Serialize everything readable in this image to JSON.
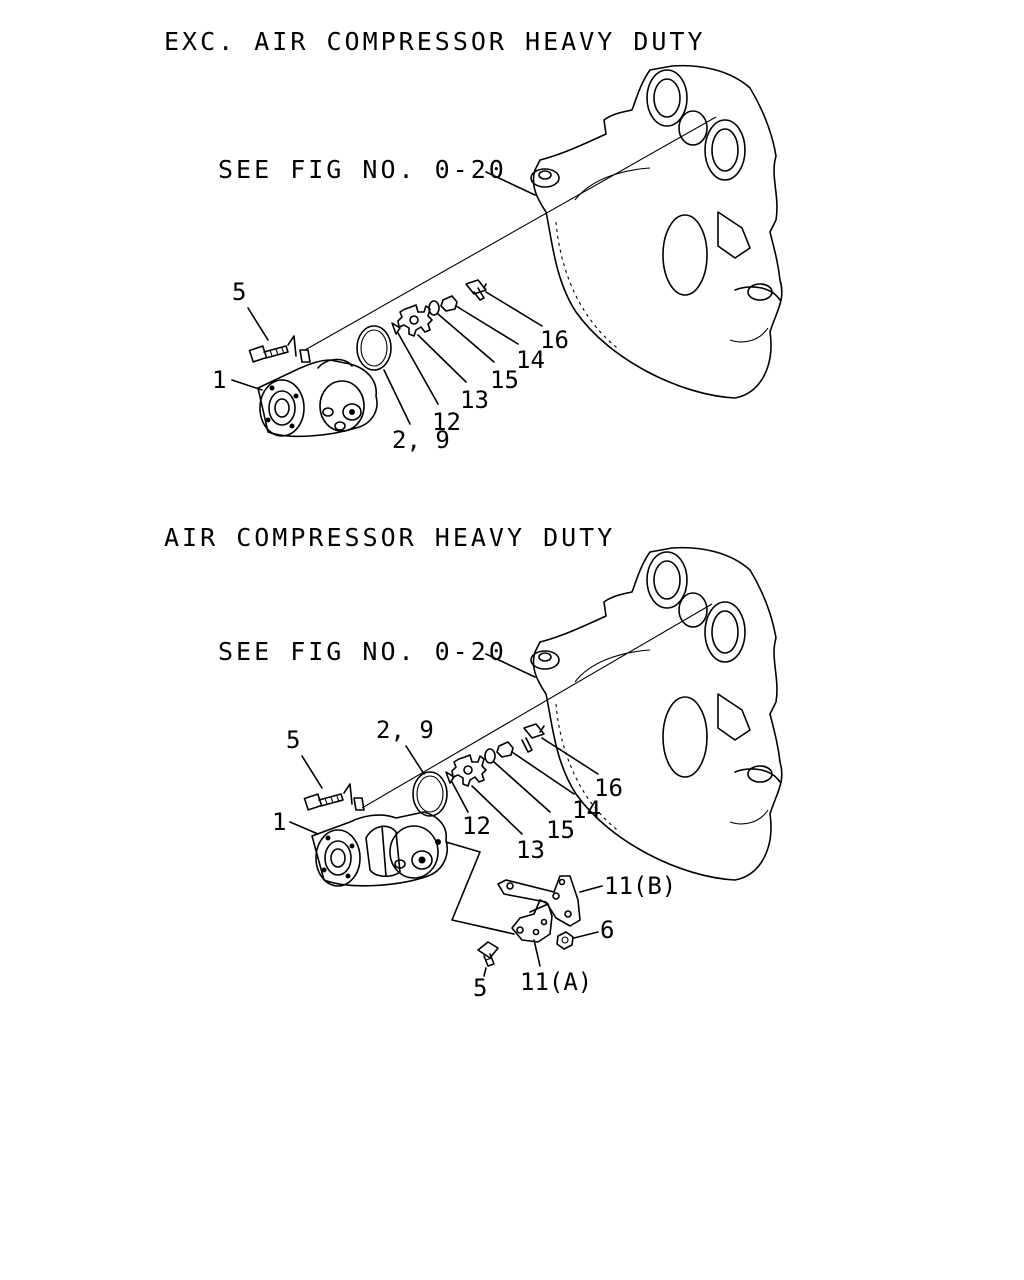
{
  "sections": [
    {
      "title": "EXC. AIR COMPRESSOR HEAVY DUTY",
      "see_fig": "SEE FIG NO. 0-20",
      "callouts": [
        "5",
        "1",
        "2, 9",
        "12",
        "13",
        "15",
        "14",
        "16"
      ]
    },
    {
      "title": "AIR COMPRESSOR HEAVY DUTY",
      "see_fig": "SEE FIG NO. 0-20",
      "callouts": [
        "5",
        "1",
        "2, 9",
        "12",
        "13",
        "15",
        "14",
        "16",
        "11(B)",
        "6",
        "5",
        "11(A)"
      ]
    }
  ]
}
